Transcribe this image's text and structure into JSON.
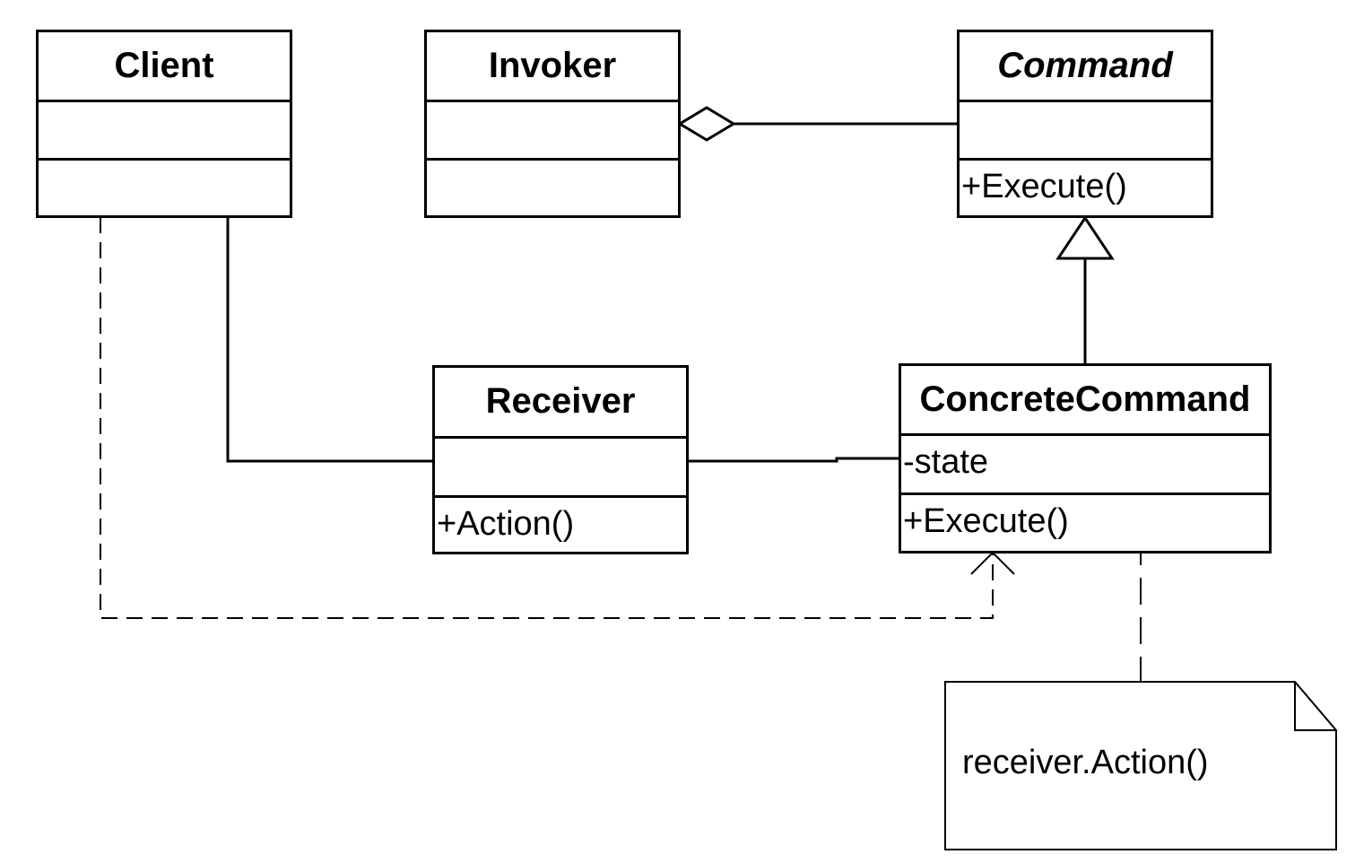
{
  "classes": {
    "client": {
      "name": "Client",
      "attributes": "",
      "operations": ""
    },
    "invoker": {
      "name": "Invoker",
      "attributes": "",
      "operations": ""
    },
    "command": {
      "name": "Command",
      "attributes": "",
      "operations": "+Execute()",
      "abstract": true
    },
    "receiver": {
      "name": "Receiver",
      "attributes": "",
      "operations": "+Action()"
    },
    "concrete_command": {
      "name": "ConcreteCommand",
      "attributes": "-state",
      "operations": "+Execute()"
    }
  },
  "note": {
    "text": "receiver.Action()"
  },
  "relationships": [
    {
      "type": "aggregation",
      "whole": "Invoker",
      "part": "Command"
    },
    {
      "type": "generalization",
      "child": "ConcreteCommand",
      "parent": "Command"
    },
    {
      "type": "association",
      "from": "Client",
      "to": "Receiver"
    },
    {
      "type": "association",
      "from": "Receiver",
      "to": "ConcreteCommand"
    },
    {
      "type": "dependency",
      "from": "Client",
      "to": "ConcreteCommand"
    },
    {
      "type": "note-anchor",
      "from": "note",
      "to": "ConcreteCommand"
    }
  ]
}
